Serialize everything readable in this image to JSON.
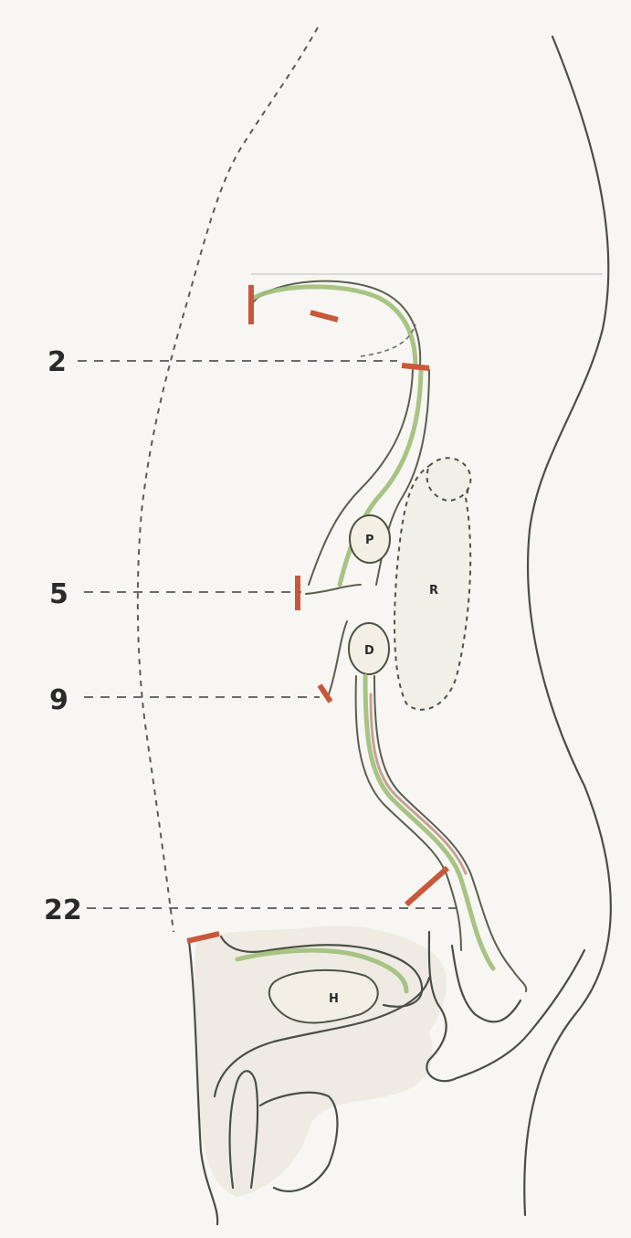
{
  "level_labels": [
    {
      "id": "level-2",
      "text": "2"
    },
    {
      "id": "level-5",
      "text": "5"
    },
    {
      "id": "level-9",
      "text": "9"
    },
    {
      "id": "level-22",
      "text": "22"
    }
  ],
  "structure_labels": {
    "p": "P",
    "d": "D",
    "r": "R",
    "h": "H"
  },
  "colors": {
    "background": "#f7f6f3",
    "outline": "#4a4f45",
    "tube_green": "#9fbf78",
    "constriction_band": "#c9583a",
    "dashed_line": "#6a6a6a"
  }
}
